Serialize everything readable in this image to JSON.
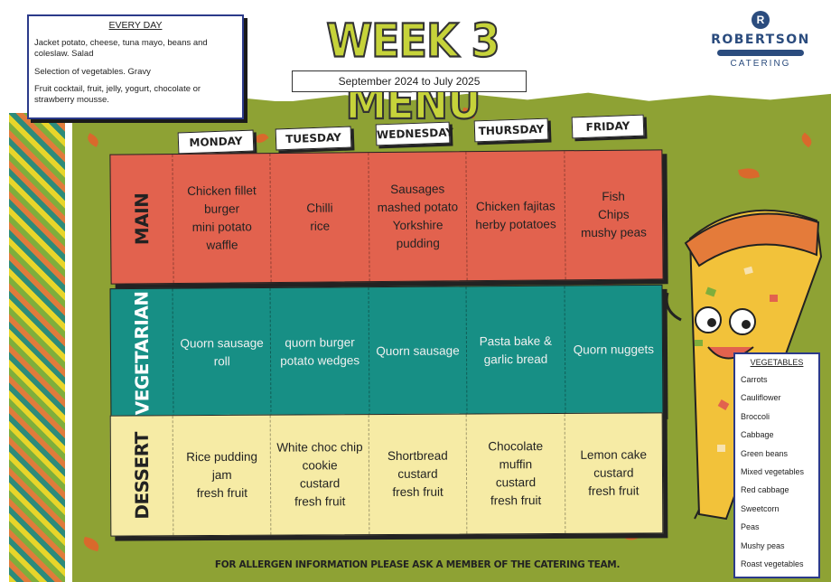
{
  "everyday": {
    "title": "EVERY DAY",
    "lines": [
      "Jacket potato, cheese, tuna mayo, beans and coleslaw. Salad",
      "Selection of vegetables. Gravy",
      "Fruit cocktail, fruit, jelly, yogurt, chocolate or strawberry mousse."
    ]
  },
  "title": "WEEK 3 MENU",
  "dates": "September 2024 to July 2025",
  "logo": {
    "name": "ROBERTSON",
    "sub": "CATERING",
    "mark": "R"
  },
  "days": [
    "MONDAY",
    "TUESDAY",
    "WEDNESDAY",
    "THURSDAY",
    "FRIDAY"
  ],
  "sections": {
    "main": {
      "label": "MAIN",
      "items": [
        "Chicken fillet burger\nmini potato waffle",
        "Chilli\nrice",
        "Sausages\nmashed potato\nYorkshire pudding",
        "Chicken fajitas\nherby potatoes",
        "Fish\nChips\nmushy peas"
      ]
    },
    "vegetarian": {
      "label": "VEGETARIAN",
      "items": [
        "Quorn sausage roll",
        "quorn burger\npotato wedges",
        "Quorn sausage",
        "Pasta bake &\ngarlic bread",
        "Quorn nuggets"
      ]
    },
    "dessert": {
      "label": "DESSERT",
      "items": [
        "Rice pudding\njam\nfresh fruit",
        "White choc chip cookie\ncustard\nfresh fruit",
        "Shortbread\ncustard\nfresh fruit",
        "Chocolate muffin\ncustard\nfresh fruit",
        "Lemon cake\ncustard\nfresh fruit"
      ]
    }
  },
  "footer": "FOR ALLERGEN INFORMATION PLEASE ASK A MEMBER OF THE CATERING TEAM.",
  "vegetables": {
    "title": "VEGETABLES",
    "items": [
      "Carrots",
      "Cauliflower",
      "Broccoli",
      "Cabbage",
      "Green beans",
      "Mixed vegetables",
      "Red cabbage",
      "Sweetcorn",
      "Peas",
      "Mushy peas",
      "Roast vegetables"
    ]
  },
  "colors": {
    "main": "#e2624e",
    "vegetarian": "#178f85",
    "dessert": "#f6eba5",
    "background": "#8ea234",
    "title": "#c6d33a",
    "brand": "#2b4c7e"
  }
}
